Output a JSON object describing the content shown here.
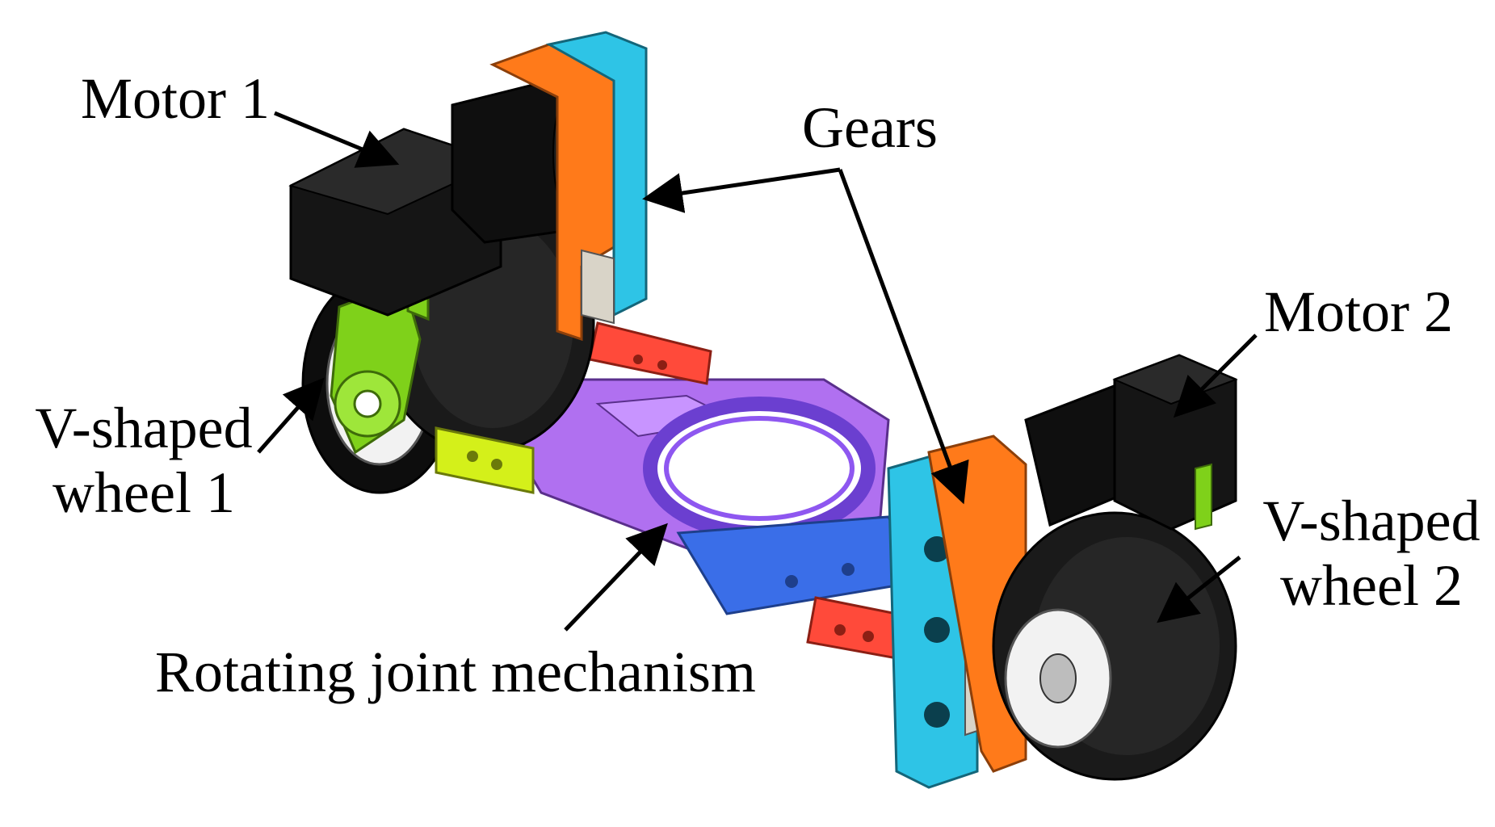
{
  "figure": {
    "labels": {
      "motor_1": "Motor 1",
      "gears": "Gears",
      "motor_2": "Motor 2",
      "v_wheel_1": [
        "V-shaped",
        "wheel 1"
      ],
      "v_wheel_2": [
        "V-shaped",
        "wheel 2"
      ],
      "rotating_joint": "Rotating joint mechanism"
    },
    "colors": {
      "motor_body": "#111111",
      "wheel": "#1a1a1a",
      "frame_orange": "#ff7a1a",
      "frame_cyan": "#2ec4e6",
      "plate_purple": "#b070f0",
      "bracket_green": "#7fd11a",
      "block_red": "#ff4a3a",
      "link_blue": "#3a6ee8",
      "gear_grey": "#d9d4c8"
    }
  }
}
